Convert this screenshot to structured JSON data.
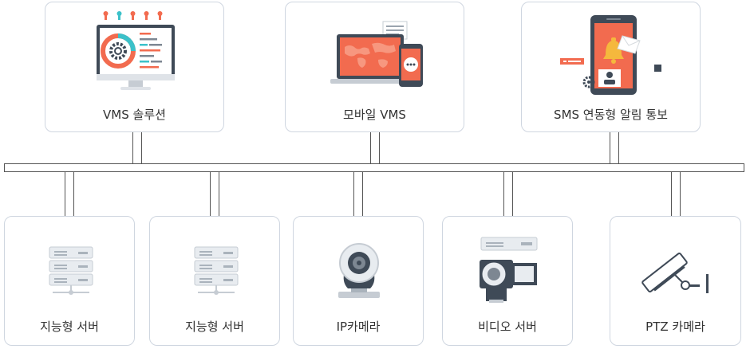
{
  "top_nodes": [
    {
      "label": "VMS 솔루션",
      "icon": "monitor-dashboard-icon"
    },
    {
      "label": "모바일 VMS",
      "icon": "laptop-phone-icon"
    },
    {
      "label": "SMS 연동형 알림 통보",
      "icon": "phone-bell-icon"
    }
  ],
  "bottom_nodes": [
    {
      "label": "지능형 서버",
      "icon": "server-icon"
    },
    {
      "label": "지능형 서버",
      "icon": "server-icon"
    },
    {
      "label": "IP카메라",
      "icon": "webcam-icon"
    },
    {
      "label": "비디오 서버",
      "icon": "video-camera-icon"
    },
    {
      "label": "PTZ 카메라",
      "icon": "ptz-camera-icon"
    }
  ],
  "colors": {
    "accent": "#f26b4f",
    "dark": "#3f4a57",
    "border": "#cfd6e0",
    "bus": "#555555"
  }
}
